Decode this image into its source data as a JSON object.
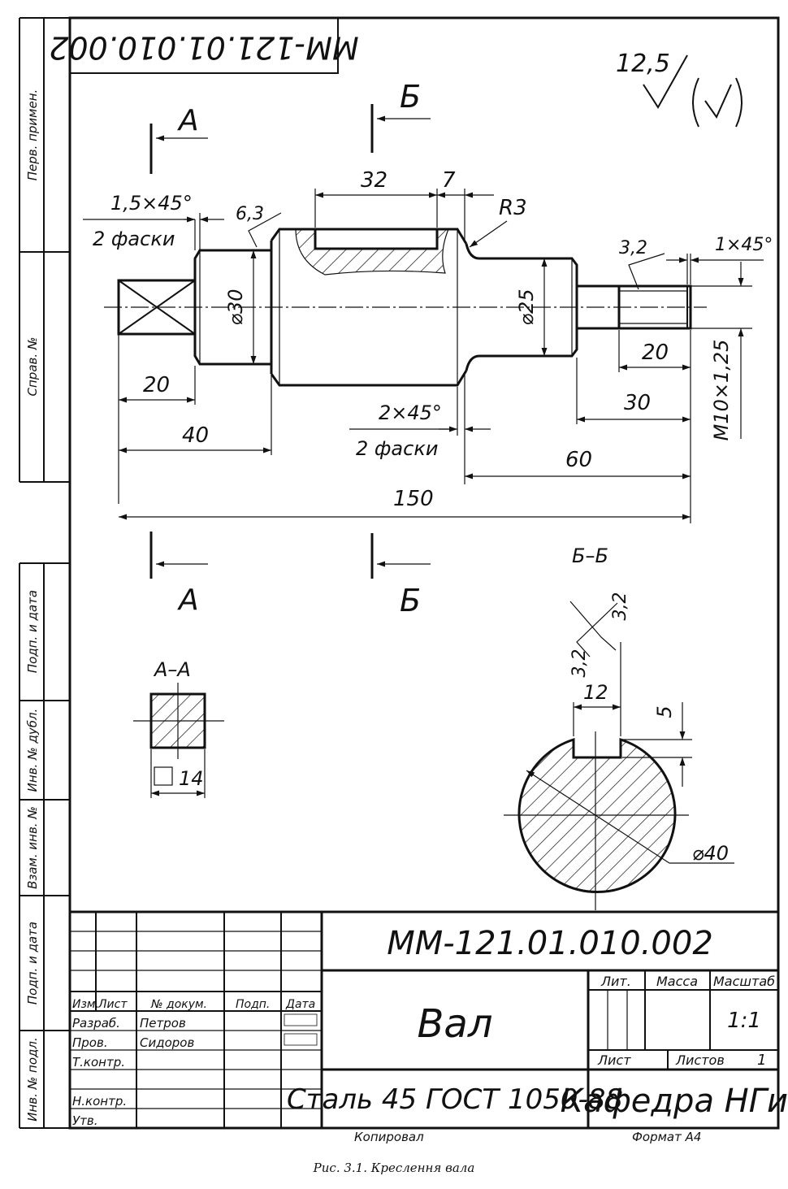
{
  "stamp_rotated": "ММ-121.01.010.002",
  "roughness_main": "12,5",
  "sections": {
    "a_letter": "А",
    "b_letter": "Б",
    "view_aa": "А–А",
    "view_bb": "Б–Б"
  },
  "dims": {
    "d32": "32",
    "d7": "7",
    "chamfer_left": "1,5×45°",
    "chamfer_left_note": "2 фаски",
    "rough63": "6,3",
    "r3": "R3",
    "rough32_right": "3,2",
    "chamfer_right": "1×45°",
    "phi30": "⌀30",
    "phi25": "⌀25",
    "d20_left": "20",
    "d40": "40",
    "chamfer_mid": "2×45°",
    "chamfer_mid_note": "2 фаски",
    "d20_right": "20",
    "d30": "30",
    "thread": "M10×1,25",
    "d60": "60",
    "d150": "150",
    "sq14": "14",
    "bb_rough_a": "3,2",
    "bb_rough_b": "3,2",
    "bb_12": "12",
    "bb_5": "5",
    "phi40": "⌀40"
  },
  "side_labels": [
    "Перв. примен.",
    "Справ. №",
    "Подп. и дата",
    "Инв. № дубл.",
    "Взам. инв. №",
    "Подп. и дата",
    "Инв. № подл."
  ],
  "title_block": {
    "designation": "ММ-121.01.010.002",
    "name": "Вал",
    "material": "Сталь 45 ГОСТ 1050-88",
    "organization": "Кафедра НГиГ",
    "col_headers": [
      "Изм.",
      "Лист",
      "№ докум.",
      "Подп.",
      "Дата"
    ],
    "lit_label": "Лит.",
    "mass_label": "Масса",
    "scale_label": "Масштаб",
    "scale_value": "1:1",
    "sheet_label": "Лист",
    "sheets_label": "Листов",
    "sheets_value": "1",
    "rows": [
      {
        "role": "Разраб.",
        "name": "Петров"
      },
      {
        "role": "Пров.",
        "name": "Сидоров"
      },
      {
        "role": "Т.контр.",
        "name": ""
      },
      {
        "role": "Н.контр.",
        "name": ""
      },
      {
        "role": "Утв.",
        "name": ""
      }
    ],
    "copied": "Копировал",
    "format": "Формат А4"
  },
  "caption": "Рис. 3.1. Креслення вала"
}
